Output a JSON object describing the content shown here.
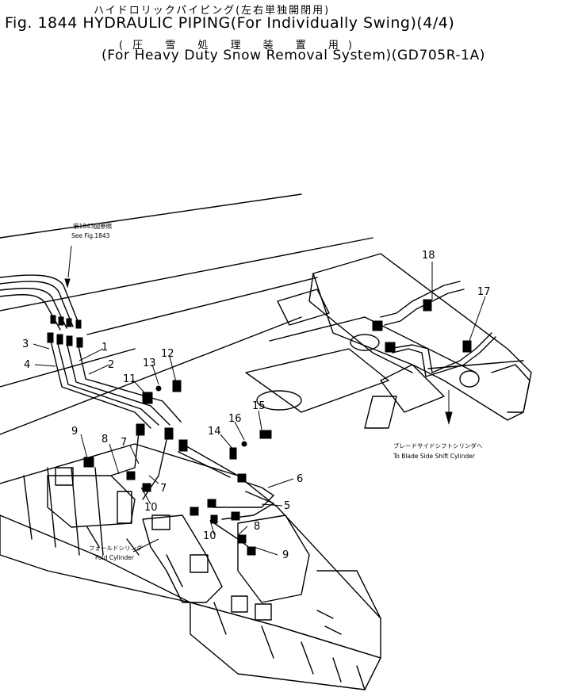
{
  "figure": {
    "jp_title": "ハイドロリックパイピング(左右単独開閉用)",
    "main_title": "Fig. 1844 HYDRAULIC PIPING(For Individually Swing)(4/4)",
    "jp_subtitle": "(圧 雪 処 理 装 置 用)",
    "subtitle": "(For Heavy Duty Snow Removal System)(GD705R-1A)"
  },
  "notes": {
    "ref_jp": "第1843図参照",
    "ref_en": "See Fig.1843",
    "blade_jp": "ブレードサイドシフトシリンダへ",
    "blade_en": "To Blade Side Shift Cylinder",
    "fold_jp": "フォールドシリンダ",
    "fold_en": "Fold Cylinder"
  },
  "callouts": [
    "1",
    "2",
    "3",
    "4",
    "5",
    "6",
    "7",
    "7",
    "8",
    "8",
    "9",
    "9",
    "10",
    "10",
    "11",
    "12",
    "13",
    "14",
    "15",
    "16",
    "17",
    "18"
  ]
}
